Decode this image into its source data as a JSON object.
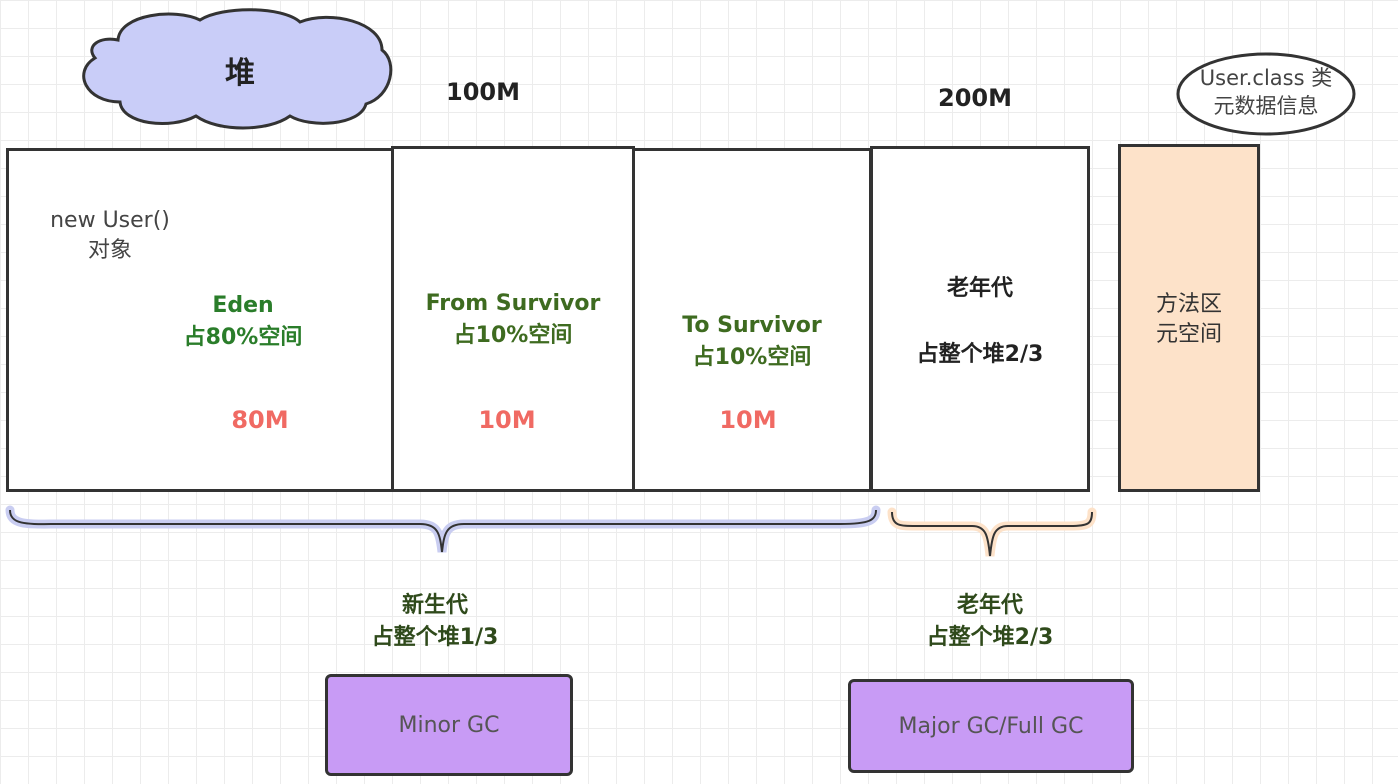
{
  "cloud": {
    "label": "堆"
  },
  "sizes": {
    "young": "100M",
    "old": "200M"
  },
  "eden": {
    "object_line1": "new User()",
    "object_line2": "对象",
    "name": "Eden",
    "ratio": "占80%空间",
    "size": "80M"
  },
  "from_survivor": {
    "name": "From Survivor",
    "ratio": "占10%空间",
    "size": "10M"
  },
  "to_survivor": {
    "name": "To Survivor",
    "ratio": "占10%空间",
    "size": "10M"
  },
  "old_gen": {
    "name": "老年代",
    "ratio": "占整个堆2/3"
  },
  "method_area": {
    "line1": "方法区",
    "line2": "元空间",
    "fill": "#fde2c9"
  },
  "class_meta": {
    "line1": "User.class 类",
    "line2": "元数据信息"
  },
  "young_brace": {
    "line1": "新生代",
    "line2": "占整个堆1/3",
    "color": "#c9cdf1"
  },
  "old_brace": {
    "line1": "老年代",
    "line2": "占整个堆2/3",
    "color": "#fde2c9"
  },
  "gc": {
    "minor": "Minor GC",
    "major": "Major GC/Full GC",
    "fill": "#c89bf5"
  }
}
